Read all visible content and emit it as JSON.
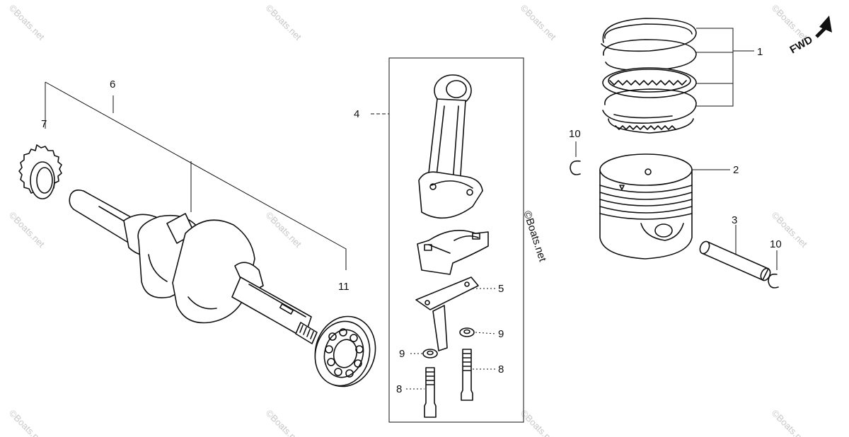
{
  "callouts": {
    "c1": "1",
    "c2": "2",
    "c3": "3",
    "c4": "4",
    "c5": "5",
    "c6": "6",
    "c7": "7",
    "c8a": "8",
    "c8b": "8",
    "c9a": "9",
    "c9b": "9",
    "c10a": "10",
    "c10b": "10",
    "c11": "11"
  },
  "direction_label": "FWD",
  "copyright_mark": "©Boats.net",
  "watermark_text": "©Boats.net",
  "direction_icon": "arrow-icon",
  "line_color": "#111111",
  "watermark_color": "#c8c8c8"
}
